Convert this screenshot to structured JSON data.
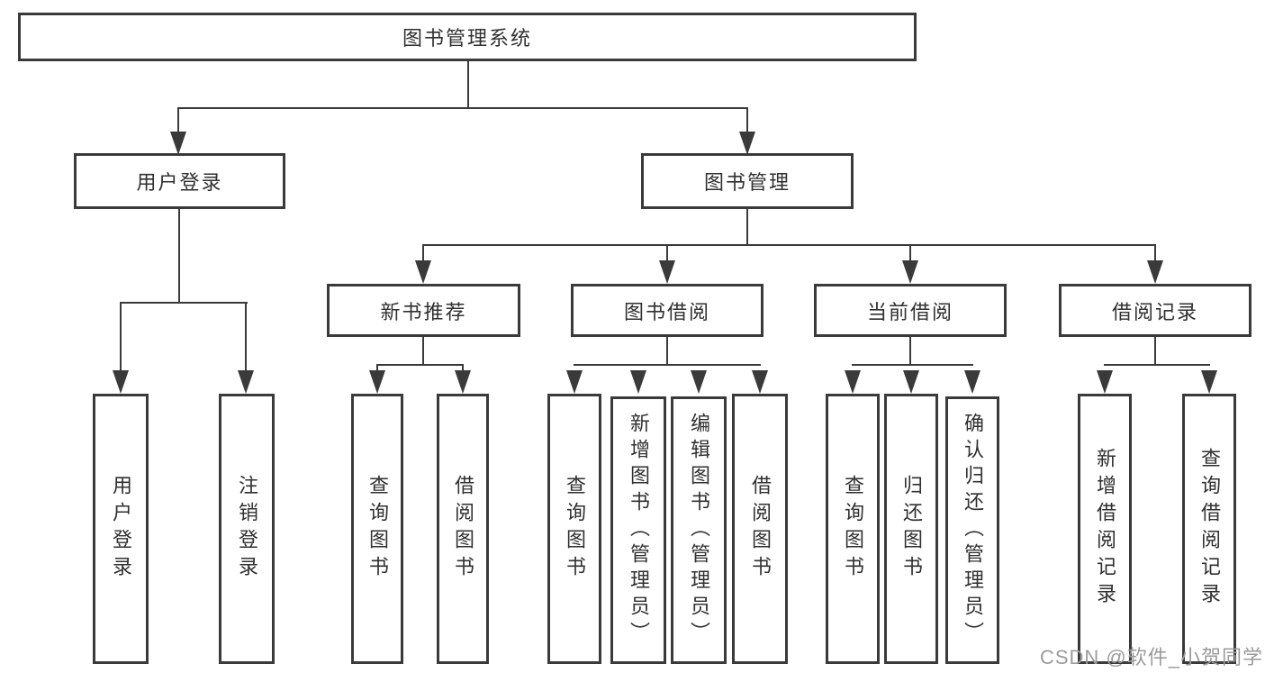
{
  "diagram": {
    "root": {
      "label": "图书管理系统"
    },
    "level2": [
      {
        "label": "用户登录"
      },
      {
        "label": "图书管理"
      }
    ],
    "level3": [
      {
        "label": "新书推荐"
      },
      {
        "label": "图书借阅"
      },
      {
        "label": "当前借阅"
      },
      {
        "label": "借阅记录"
      }
    ],
    "leaves": {
      "user_login": {
        "label": "用户登录"
      },
      "logout": {
        "label": "注销登录"
      },
      "nb_query": {
        "label": "查询图书"
      },
      "nb_borrow": {
        "label": "借阅图书"
      },
      "bb_query": {
        "label": "查询图书"
      },
      "bb_add": {
        "label": "新增图书（管理员）"
      },
      "bb_edit": {
        "label": "编辑图书（管理员）"
      },
      "bb_borrow": {
        "label": "借阅图书"
      },
      "cb_query": {
        "label": "查询图书"
      },
      "cb_return": {
        "label": "归还图书"
      },
      "cb_confirm": {
        "label": "确认归还（管理员）"
      },
      "br_add": {
        "label": "新增借阅记录"
      },
      "br_query": {
        "label": "查询借阅记录"
      }
    }
  },
  "watermark": {
    "text": "CSDN @软件_小贺同学"
  },
  "colors": {
    "line": "#3a3a3a",
    "text": "#303030",
    "watermark": "#9b9b9b",
    "background": "#ffffff"
  }
}
